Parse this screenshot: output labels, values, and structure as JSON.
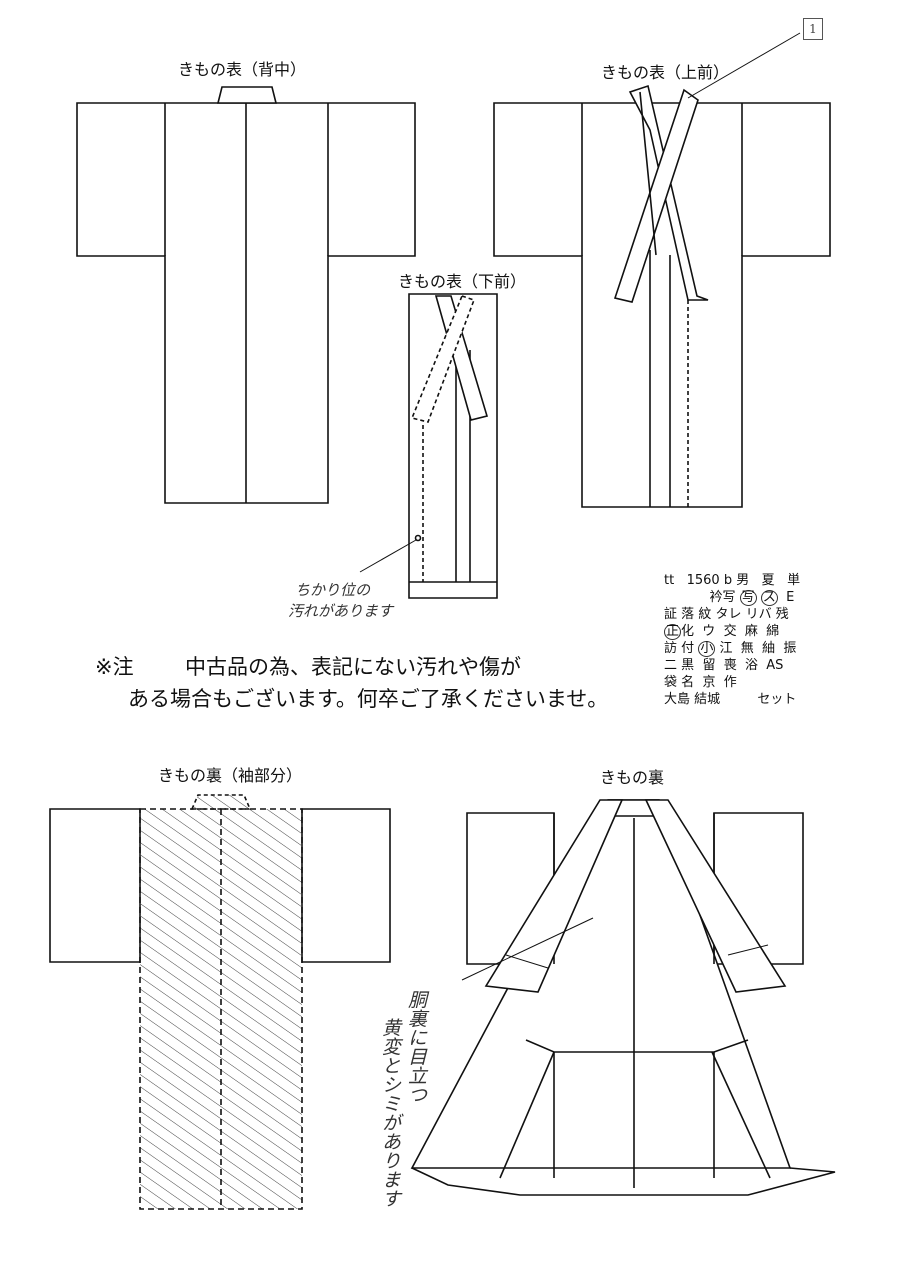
{
  "labels": {
    "back": "きもの表（背中）",
    "upper_front": "きもの表（上前）",
    "lower_front": "きもの表（下前）",
    "lining_sleeve": "きもの裏（袖部分）",
    "lining": "きもの裏"
  },
  "marker": "1",
  "handwritten": {
    "stain_line1": "ちかり位の",
    "stain_line2": "汚れがあります",
    "lining_col1": "胴裏に目立つ",
    "lining_col2": "黄変とシミがあります"
  },
  "notice": {
    "prefix": "※注",
    "line1": "中古品の為、表記にない汚れや傷が",
    "line2": "ある場合もございます。何卒ご了承くださいませ。"
  },
  "code_table": {
    "row1": [
      "tt",
      "1560",
      "b",
      "男",
      "夏",
      "単"
    ],
    "row2": [
      "衿",
      "写",
      "写",
      "ス",
      "E"
    ],
    "row3": [
      "証",
      "落",
      "紋",
      "タレ",
      "リバ",
      "残"
    ],
    "row4": [
      "正",
      "化",
      "ウ",
      "交",
      "麻",
      "綿"
    ],
    "row5": [
      "訪",
      "付",
      "小",
      "江",
      "無",
      "紬",
      "振"
    ],
    "row6": [
      "二",
      "黒",
      "留",
      "喪",
      "浴",
      "AS"
    ],
    "row7": [
      "袋",
      "名",
      "京",
      "作"
    ],
    "row8": [
      "大島",
      "結城",
      "セット"
    ]
  }
}
